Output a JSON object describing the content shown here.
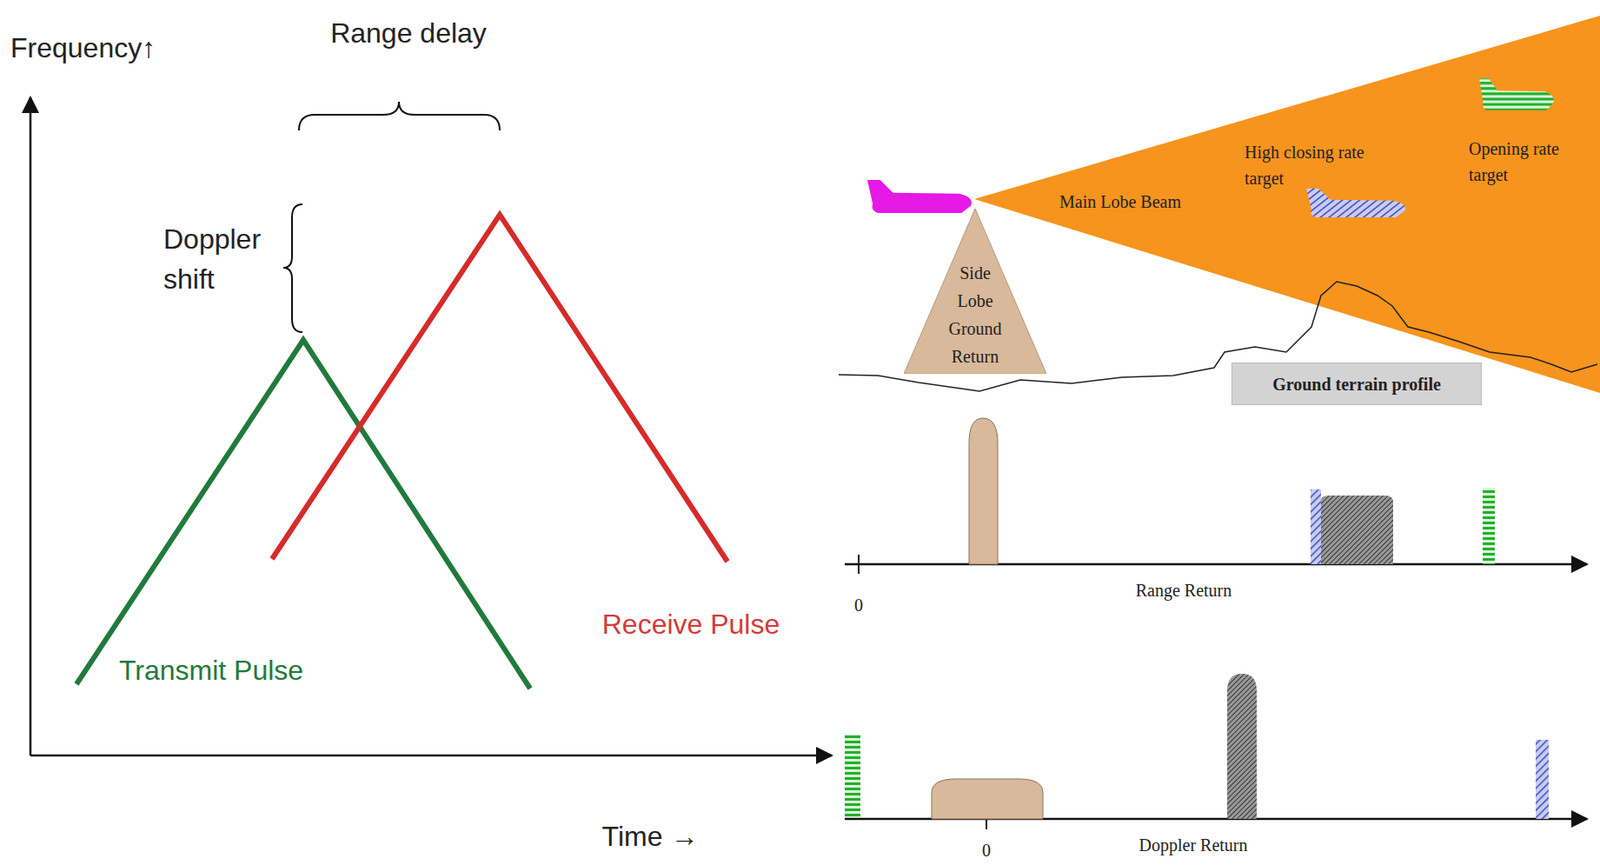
{
  "diagram": {
    "nodes": [
      {
        "text": [
          "Main Lobe Beam"
        ]
      },
      {
        "text": [
          "Side Lobe Ground Return"
        ]
      },
      {
        "text": [
          "Ground terrain profile"
        ]
      }
    ],
    "labels": [
      "Frequency↑",
      "Range delay",
      "Doppler shift",
      "Transmit Pulse",
      "Receive Pulse",
      "Time →",
      "High closing rate target",
      "Opening rate target",
      "0",
      "Range Return",
      "0",
      "Doppler Return"
    ]
  }
}
